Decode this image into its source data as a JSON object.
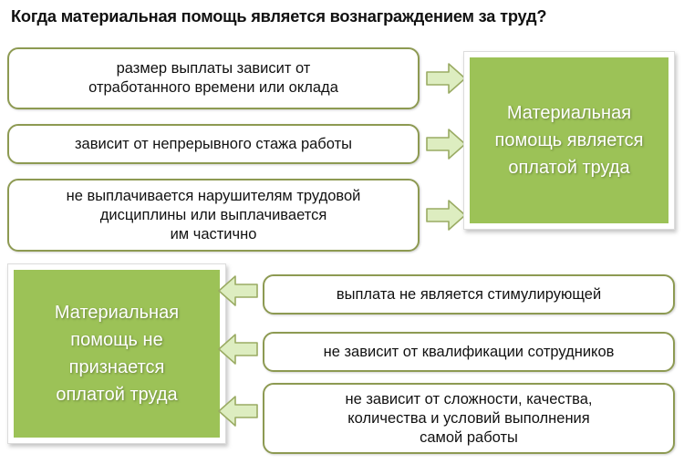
{
  "title": "Когда материальная помощь является вознаграждением за труд?",
  "sections": {
    "top": {
      "conclusion": "Материальная помощь является оплатой труда",
      "conclusion_lines": [
        "Материальная",
        "помощь является",
        "оплатой труда"
      ],
      "criteria": [
        {
          "text": "размер выплаты зависит от отработанного времени или оклада",
          "lines": [
            "размер выплаты зависит от",
            "отработанного времени или оклада"
          ]
        },
        {
          "text": "зависит от непрерывного стажа работы",
          "lines": [
            "зависит от непрерывного стажа работы"
          ]
        },
        {
          "text": "не выплачивается нарушителям трудовой дисциплины или выплачивается им частично",
          "lines": [
            "не выплачивается нарушителям трудовой",
            "дисциплины или выплачивается",
            "им частично"
          ]
        }
      ],
      "arrow_direction": "right"
    },
    "bottom": {
      "conclusion": "Материальная помощь не признается оплатой труда",
      "conclusion_lines": [
        "Материальная",
        "помощь не",
        "признается",
        "оплатой труда"
      ],
      "criteria": [
        {
          "text": "выплата не является стимулирующей",
          "lines": [
            "выплата не является стимулирующей"
          ]
        },
        {
          "text": "не зависит от квалификации сотрудников",
          "lines": [
            "не зависит от квалификации сотрудников"
          ]
        },
        {
          "text": "не зависит от сложности, качества, количества и условий выполнения самой работы",
          "lines": [
            "не зависит от сложности, качества,",
            "количества и условий выполнения",
            "самой работы"
          ]
        }
      ],
      "arrow_direction": "left"
    }
  },
  "colors": {
    "green_panel": "#9cc257",
    "box_border": "#8d9a52",
    "arrow_fill": "#ddedc0",
    "arrow_border": "#9aab63",
    "text": "#111111",
    "panel_text": "#ffffff",
    "background": "#ffffff"
  },
  "icons": {
    "arrow_right": "arrow-right-icon",
    "arrow_left": "arrow-left-icon"
  }
}
